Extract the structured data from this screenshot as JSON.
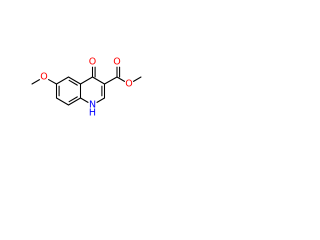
{
  "molecule": {
    "atoms": [
      {
        "id": "c4a",
        "element": "C",
        "label": ""
      },
      {
        "id": "c5",
        "element": "C",
        "label": ""
      },
      {
        "id": "c6",
        "element": "C",
        "label": ""
      },
      {
        "id": "c7",
        "element": "C",
        "label": ""
      },
      {
        "id": "c8",
        "element": "C",
        "label": ""
      },
      {
        "id": "c8a",
        "element": "C",
        "label": ""
      },
      {
        "id": "n1",
        "element": "N",
        "label": "N"
      },
      {
        "id": "h1",
        "element": "H",
        "label": "H"
      },
      {
        "id": "c2",
        "element": "C",
        "label": ""
      },
      {
        "id": "c3",
        "element": "C",
        "label": ""
      },
      {
        "id": "c4",
        "element": "C",
        "label": ""
      },
      {
        "id": "o4",
        "element": "O",
        "label": "O"
      },
      {
        "id": "c_ester",
        "element": "C",
        "label": ""
      },
      {
        "id": "o_carbonyl",
        "element": "O",
        "label": "O"
      },
      {
        "id": "o_ester",
        "element": "O",
        "label": "O"
      },
      {
        "id": "c_me_ester",
        "element": "C",
        "label": ""
      },
      {
        "id": "o_methoxy",
        "element": "O",
        "label": "O"
      },
      {
        "id": "c_me_methoxy",
        "element": "C",
        "label": ""
      }
    ],
    "bonds": [
      {
        "from": "c4a",
        "to": "c5",
        "order": 2
      },
      {
        "from": "c5",
        "to": "c6",
        "order": 1
      },
      {
        "from": "c6",
        "to": "c7",
        "order": 2
      },
      {
        "from": "c7",
        "to": "c8",
        "order": 1
      },
      {
        "from": "c8",
        "to": "c8a",
        "order": 2
      },
      {
        "from": "c8a",
        "to": "c4a",
        "order": 1
      },
      {
        "from": "c8a",
        "to": "n1",
        "order": 1
      },
      {
        "from": "n1",
        "to": "c2",
        "order": 1
      },
      {
        "from": "c2",
        "to": "c3",
        "order": 2
      },
      {
        "from": "c3",
        "to": "c4",
        "order": 1
      },
      {
        "from": "c4",
        "to": "c4a",
        "order": 1
      },
      {
        "from": "c4",
        "to": "o4",
        "order": 2
      },
      {
        "from": "c3",
        "to": "c_ester",
        "order": 1
      },
      {
        "from": "c_ester",
        "to": "o_carbonyl",
        "order": 2
      },
      {
        "from": "c_ester",
        "to": "o_ester",
        "order": 1
      },
      {
        "from": "o_ester",
        "to": "c_me_ester",
        "order": 1
      },
      {
        "from": "c6",
        "to": "o_methoxy",
        "order": 1
      },
      {
        "from": "o_methoxy",
        "to": "c_me_methoxy",
        "order": 1
      }
    ]
  },
  "colors": {
    "bond": "#000000",
    "oxygen": "#ff0000",
    "nitrogen": "#0000ff",
    "hydrogen": "#0000ff",
    "carbon": "#000000"
  }
}
